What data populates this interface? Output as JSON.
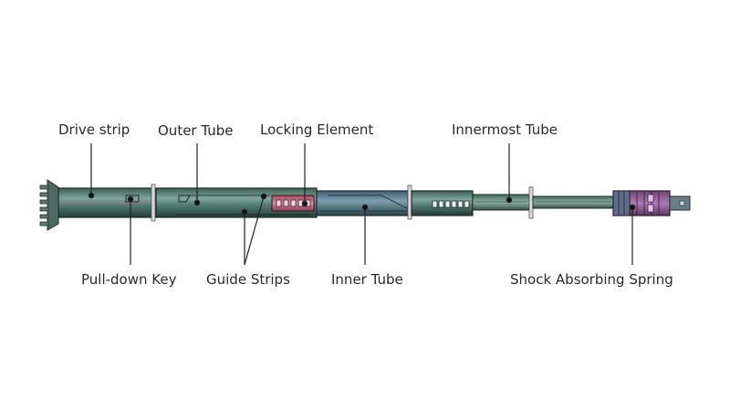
{
  "labels": {
    "drive_strip": "Drive strip",
    "outer_tube": "Outer Tube",
    "locking_element": "Locking Element",
    "innermost_tube": "Innermost Tube",
    "pull_down_key": "Pull-down Key",
    "guide_strips": "Guide Strips",
    "inner_tube": "Inner Tube",
    "shock_absorbing_spring": "Shock Absorbing Spring"
  },
  "colors": {
    "tube_dark": "#2f4a44",
    "tube_mid": "#4f7a6e",
    "tube_light": "#7fa69a",
    "locking_element": "#c4667f",
    "spring": "#8c5a8e",
    "leader_line": "#222222",
    "text": "#2a2a2a"
  }
}
